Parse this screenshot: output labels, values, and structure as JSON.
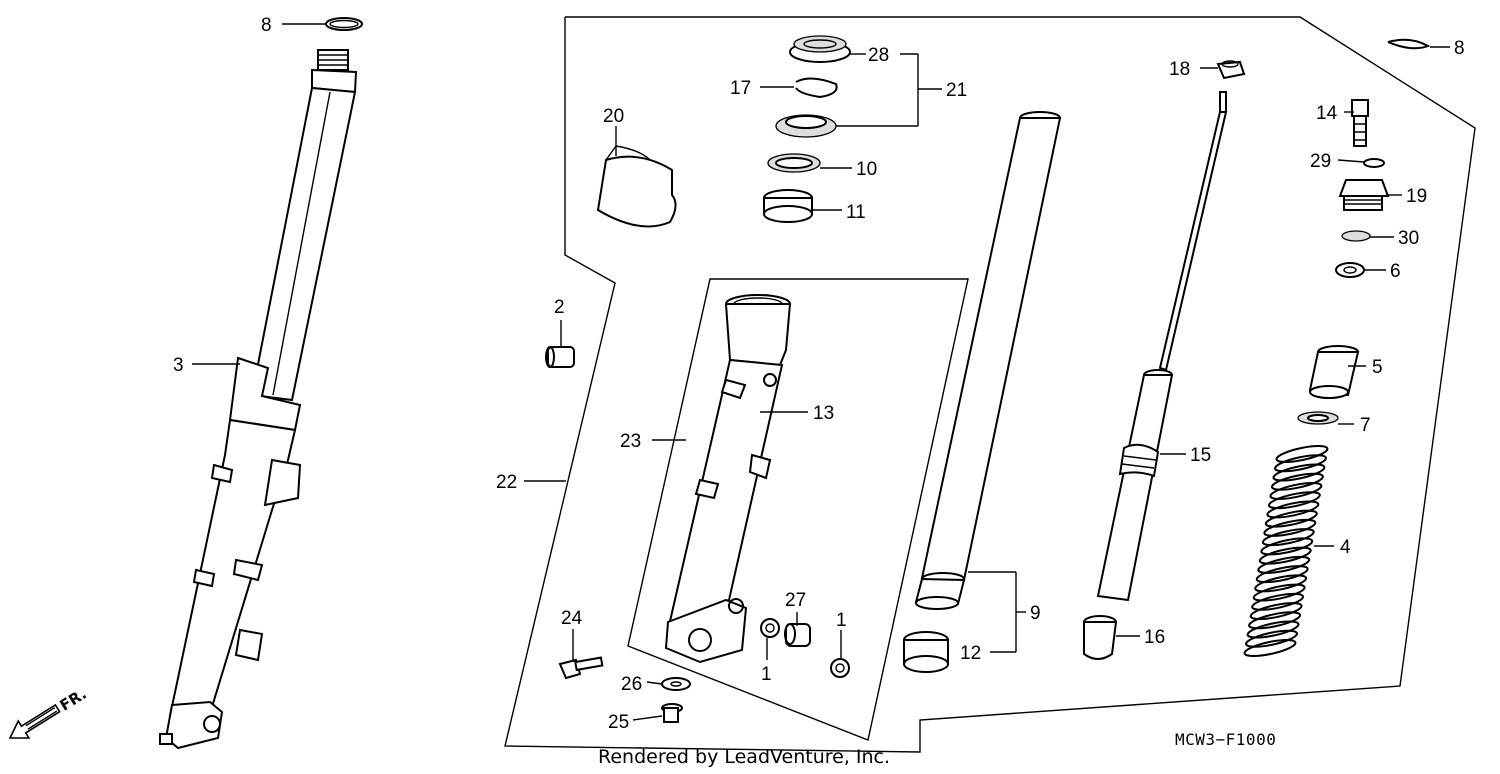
{
  "diagram": {
    "code": "MCW3−F1000",
    "footer": "Rendered by LeadVenture, Inc.",
    "direction": "FR."
  },
  "callouts": [
    {
      "id": "8a",
      "text": "8"
    },
    {
      "id": "3",
      "text": "3"
    },
    {
      "id": "2",
      "text": "2"
    },
    {
      "id": "22",
      "text": "22"
    },
    {
      "id": "24",
      "text": "24"
    },
    {
      "id": "25",
      "text": "25"
    },
    {
      "id": "26",
      "text": "26"
    },
    {
      "id": "1a",
      "text": "1"
    },
    {
      "id": "1b",
      "text": "1"
    },
    {
      "id": "27",
      "text": "27"
    },
    {
      "id": "23",
      "text": "23"
    },
    {
      "id": "13",
      "text": "13"
    },
    {
      "id": "20",
      "text": "20"
    },
    {
      "id": "17",
      "text": "17"
    },
    {
      "id": "28",
      "text": "28"
    },
    {
      "id": "21",
      "text": "21"
    },
    {
      "id": "10",
      "text": "10"
    },
    {
      "id": "11",
      "text": "11"
    },
    {
      "id": "9",
      "text": "9"
    },
    {
      "id": "12",
      "text": "12"
    },
    {
      "id": "18",
      "text": "18"
    },
    {
      "id": "15",
      "text": "15"
    },
    {
      "id": "16",
      "text": "16"
    },
    {
      "id": "8b",
      "text": "8"
    },
    {
      "id": "14",
      "text": "14"
    },
    {
      "id": "29",
      "text": "29"
    },
    {
      "id": "19",
      "text": "19"
    },
    {
      "id": "30",
      "text": "30"
    },
    {
      "id": "6",
      "text": "6"
    },
    {
      "id": "5",
      "text": "5"
    },
    {
      "id": "7",
      "text": "7"
    },
    {
      "id": "4",
      "text": "4"
    }
  ]
}
